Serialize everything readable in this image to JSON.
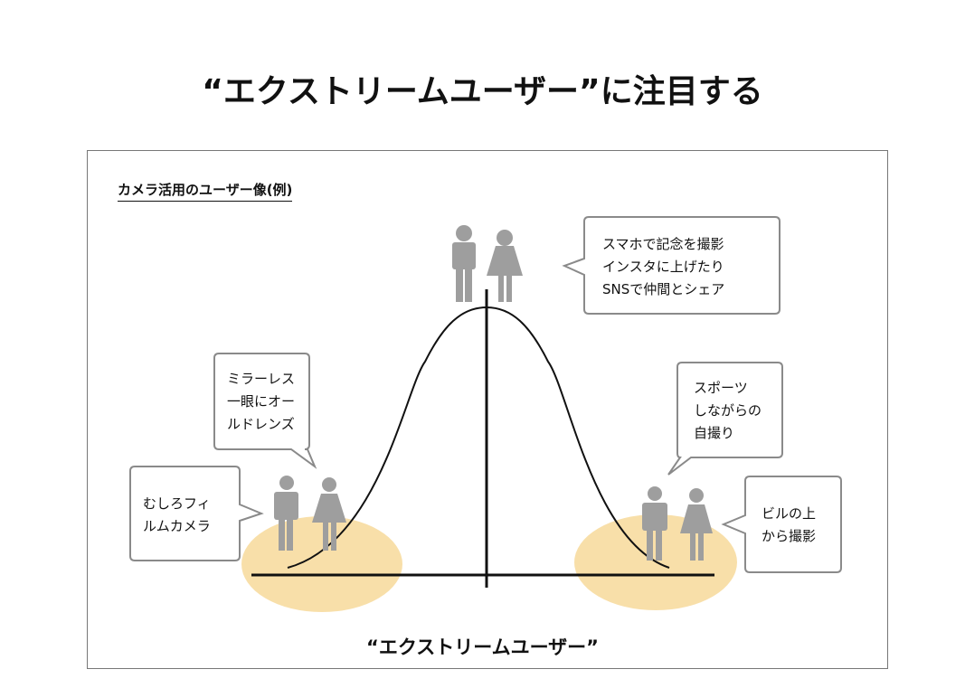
{
  "title": "“エクストリームユーザー”に注目する",
  "subtitle": "カメラ活用のユーザー像(例)",
  "bottom_label": "“エクストリームユーザー”",
  "bubbles": {
    "center": {
      "lines": [
        "スマホで記念を撮影",
        "インスタに上げたり",
        "SNSで仲間とシェア"
      ]
    },
    "left_upper": {
      "lines": [
        "ミラーレス",
        "一眼にオー",
        "ルドレンズ"
      ]
    },
    "left_lower": {
      "lines": [
        "むしろフィ",
        "ルムカメラ"
      ]
    },
    "right_upper": {
      "lines": [
        "スポーツ",
        "しながらの",
        "自撮り"
      ]
    },
    "right_lower": {
      "lines": [
        "ビルの上",
        "から撮影"
      ]
    }
  },
  "colors": {
    "highlight": "#f7d99a",
    "figure": "#9e9e9e",
    "bubble_border": "#8a8a8a",
    "line": "#111111"
  },
  "icons": [
    "man-icon",
    "woman-icon"
  ]
}
